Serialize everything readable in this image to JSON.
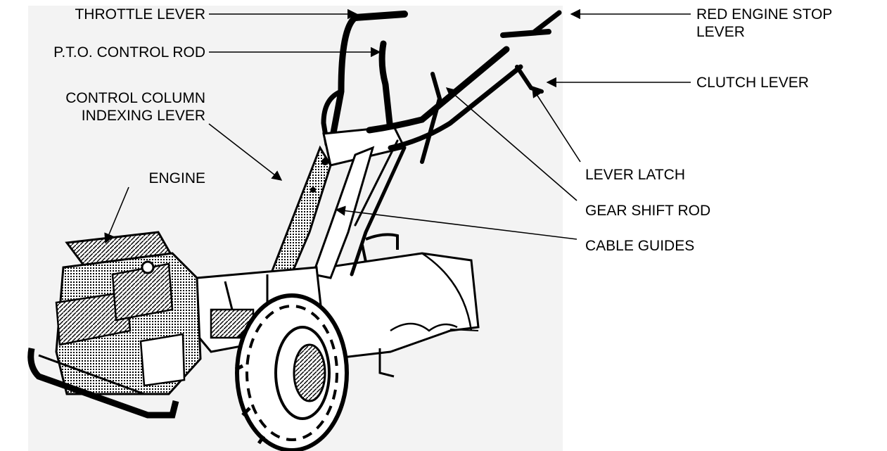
{
  "labels": {
    "throttle_lever": "THROTTLE LEVER",
    "pto_control_rod": "P.T.O. CONTROL ROD",
    "control_column_indexing_lever": "CONTROL COLUMN\nINDEXING LEVER",
    "engine": "ENGINE",
    "red_engine_stop_lever": "RED ENGINE STOP\nLEVER",
    "clutch_lever": "CLUTCH LEVER",
    "lever_latch": "LEVER LATCH",
    "gear_shift_rod": "GEAR SHIFT ROD",
    "cable_guides": "CABLE GUIDES"
  },
  "colors": {
    "ink": "#000000",
    "background": "#ffffff",
    "photo_background": "#f3f3f3"
  }
}
